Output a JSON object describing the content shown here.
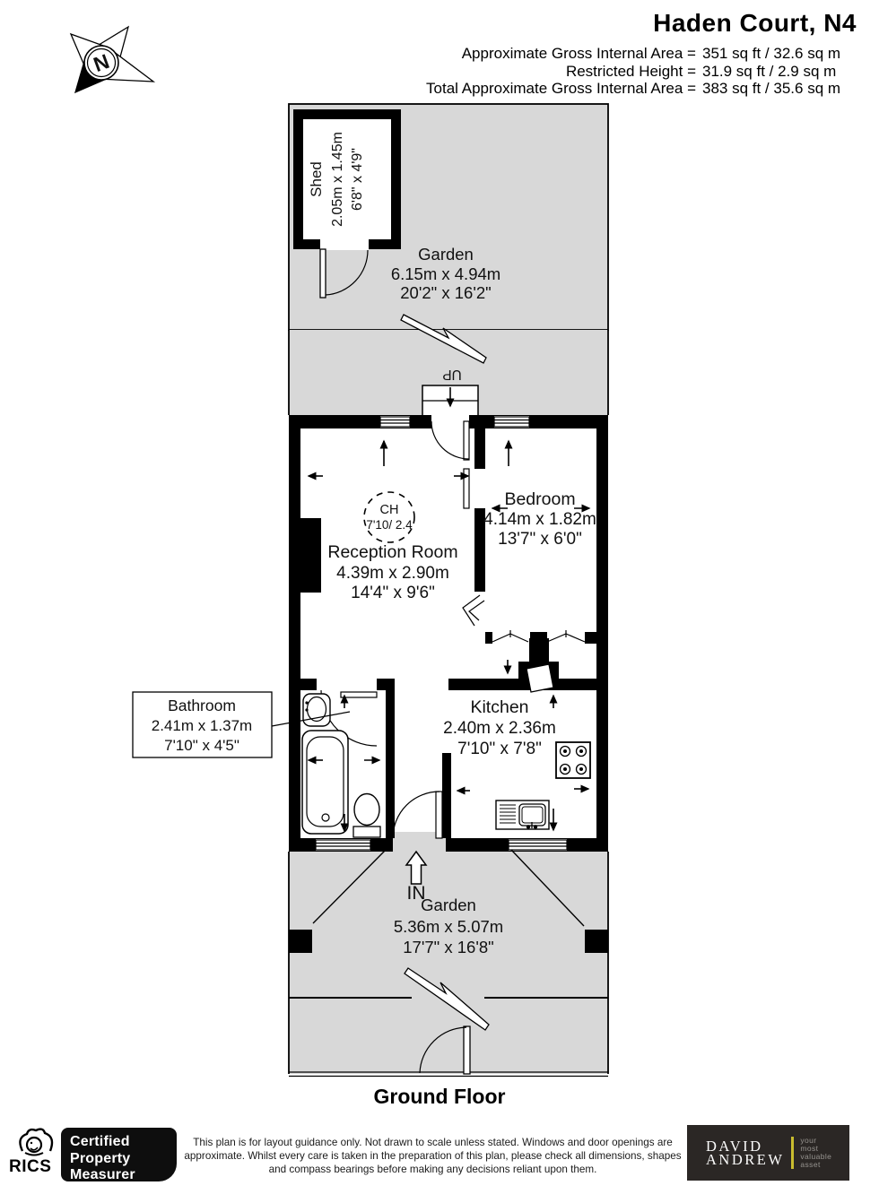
{
  "header": {
    "title": "Haden Court, N4",
    "rows": [
      {
        "label": "Approximate Gross Internal Area =",
        "value": "351 sq ft / 32.6 sq m"
      },
      {
        "label": "Restricted Height =",
        "value": "31.9 sq ft / 2.9 sq m"
      },
      {
        "label": "Total Approximate Gross Internal Area =",
        "value": "383 sq ft / 35.6 sq m"
      }
    ]
  },
  "plan": {
    "compass_letter": "N",
    "up_label": "UP",
    "in_label": "IN",
    "shed": {
      "name": "Shed",
      "dim_m": "2.05m x 1.45m",
      "dim_ft": "6'8\" x 4'9\""
    },
    "garden_top": {
      "name": "Garden",
      "dim_m": "6.15m x 4.94m",
      "dim_ft": "20'2\" x 16'2\""
    },
    "reception": {
      "name": "Reception Room",
      "dim_m": "4.39m x 2.90m",
      "dim_ft": "14'4\" x 9'6\""
    },
    "bedroom": {
      "name": "Bedroom",
      "dim_m": "4.14m x 1.82m",
      "dim_ft": "13'7\" x 6'0\""
    },
    "bathroom": {
      "name": "Bathroom",
      "dim_m": "2.41m x 1.37m",
      "dim_ft": "7'10\" x 4'5\""
    },
    "kitchen": {
      "name": "Kitchen",
      "dim_m": "2.40m x 2.36m",
      "dim_ft": "7'10\" x 7'8\""
    },
    "garden_bottom": {
      "name": "Garden",
      "dim_m": "5.36m x 5.07m",
      "dim_ft": "17'7\" x 16'8\""
    },
    "ceiling_height": {
      "line1": "CH",
      "line2": "7'10/ 2.4"
    },
    "floor_label": "Ground Floor"
  },
  "footer": {
    "rics_label": "RICS",
    "certification": {
      "line1": "Certified",
      "line2": "Property",
      "line3": "Measurer"
    },
    "disclaimer": "This plan is for layout guidance only. Not drawn to scale unless stated. Windows and door openings are approximate. Whilst every care is taken in the preparation of this plan, please check all dimensions, shapes and compass bearings before making any decisions reliant upon them.",
    "agency": {
      "name_line1": "DAVID",
      "name_line2": "ANDREW",
      "tagline_line1": "your",
      "tagline_line2": "most",
      "tagline_line3": "valuable",
      "tagline_line4": "asset"
    }
  },
  "colors": {
    "garden_gray": "#d8d8d8",
    "wall_black": "#000000",
    "badge_black": "#0e0e0e",
    "agency_bg": "#2b2725",
    "agency_gold": "#c9bc2f",
    "agency_gray_text": "#96938f"
  }
}
